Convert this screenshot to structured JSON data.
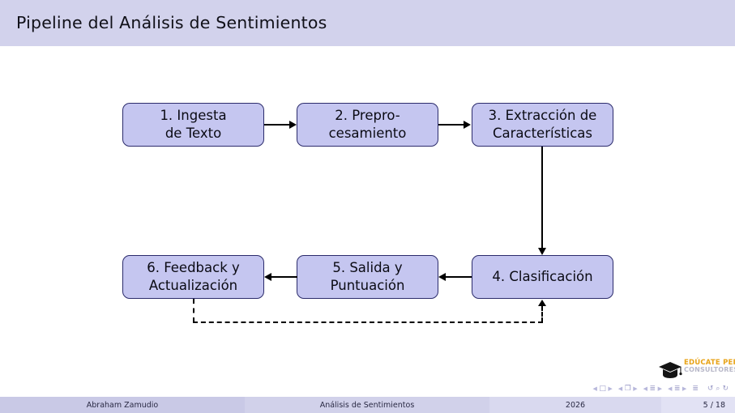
{
  "slide": {
    "title": "Pipeline del Análisis de Sentimientos"
  },
  "colors": {
    "title_band": "#d2d2ec",
    "box_fill": "#c5c6f0",
    "box_border": "#2b2b6b",
    "connector": "#000000",
    "logo_accent": "#e8a317",
    "canvas": "#ffffff"
  },
  "diagram": {
    "type": "flowchart",
    "nodes": [
      {
        "id": "n1",
        "label_lines": [
          "1. Ingesta",
          "de Texto"
        ]
      },
      {
        "id": "n2",
        "label_lines": [
          "2. Prepro-",
          "cesamiento"
        ]
      },
      {
        "id": "n3",
        "label_lines": [
          "3. Extracción de",
          "Características"
        ]
      },
      {
        "id": "n4",
        "label_lines": [
          "4. Clasificación"
        ]
      },
      {
        "id": "n5",
        "label_lines": [
          "5. Salida y",
          "Puntuación"
        ]
      },
      {
        "id": "n6",
        "label_lines": [
          "6. Feedback y",
          "Actualización"
        ]
      }
    ],
    "edges": [
      {
        "from": "n1",
        "to": "n2",
        "style": "solid",
        "direction": "right"
      },
      {
        "from": "n2",
        "to": "n3",
        "style": "solid",
        "direction": "right"
      },
      {
        "from": "n3",
        "to": "n4",
        "style": "solid",
        "direction": "down"
      },
      {
        "from": "n4",
        "to": "n5",
        "style": "solid",
        "direction": "left"
      },
      {
        "from": "n5",
        "to": "n6",
        "style": "solid",
        "direction": "left"
      },
      {
        "from": "n6",
        "to": "n4",
        "style": "dashed",
        "direction": "up",
        "note": "feedback loop"
      }
    ]
  },
  "logo": {
    "icon": "graduation-cap-icon",
    "line1": "EDÚCATE PERÚ",
    "line2": "CONSULTORES"
  },
  "navigation": {
    "items": [
      "prev-triangle",
      "frame-icon",
      "next-triangle",
      "prev-triangle",
      "slides-icon",
      "next-triangle",
      "prev-triangle",
      "subsection-icon",
      "next-triangle",
      "prev-triangle",
      "section-icon",
      "next-triangle",
      "doc-icon",
      "back-icon",
      "search-icon",
      "forward-icon"
    ],
    "glyphs": {
      "prev-triangle": "◀",
      "next-triangle": "▶",
      "frame-icon": "□",
      "slides-icon": "❐",
      "subsection-icon": "≣",
      "section-icon": "≣",
      "doc-icon": "≣",
      "back-icon": "↺",
      "search-icon": "⌕",
      "forward-icon": "↻"
    }
  },
  "footer": {
    "author": "Abraham Zamudio",
    "title": "Análisis de Sentimientos",
    "date": "2026",
    "page": "5 / 18"
  }
}
